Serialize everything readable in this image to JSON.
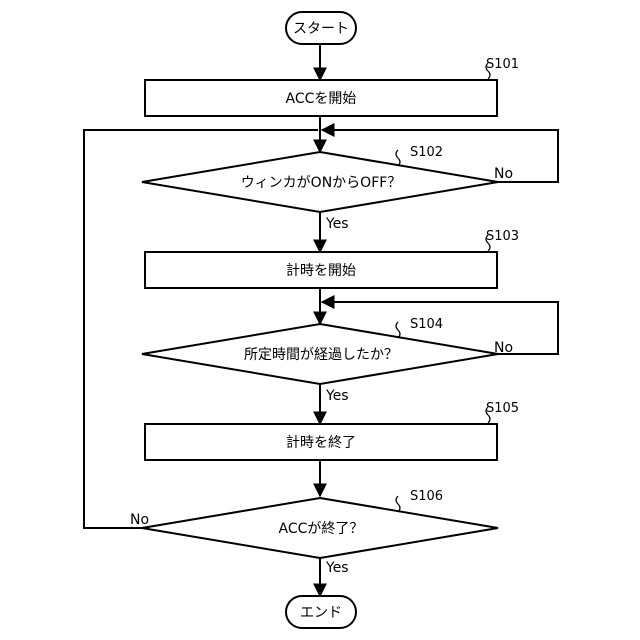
{
  "flowchart": {
    "start": "スタート",
    "end": "エンド",
    "yes": "Yes",
    "no": "No",
    "steps": {
      "s101": {
        "id": "S101",
        "text": "ACCを開始"
      },
      "s102": {
        "id": "S102",
        "text": "ウィンカがONからOFF？"
      },
      "s103": {
        "id": "S103",
        "text": "計時を開始"
      },
      "s104": {
        "id": "S104",
        "text": "所定時間が経過したか？"
      },
      "s105": {
        "id": "S105",
        "text": "計時を終了"
      },
      "s106": {
        "id": "S106",
        "text": "ACCが終了？"
      }
    }
  }
}
